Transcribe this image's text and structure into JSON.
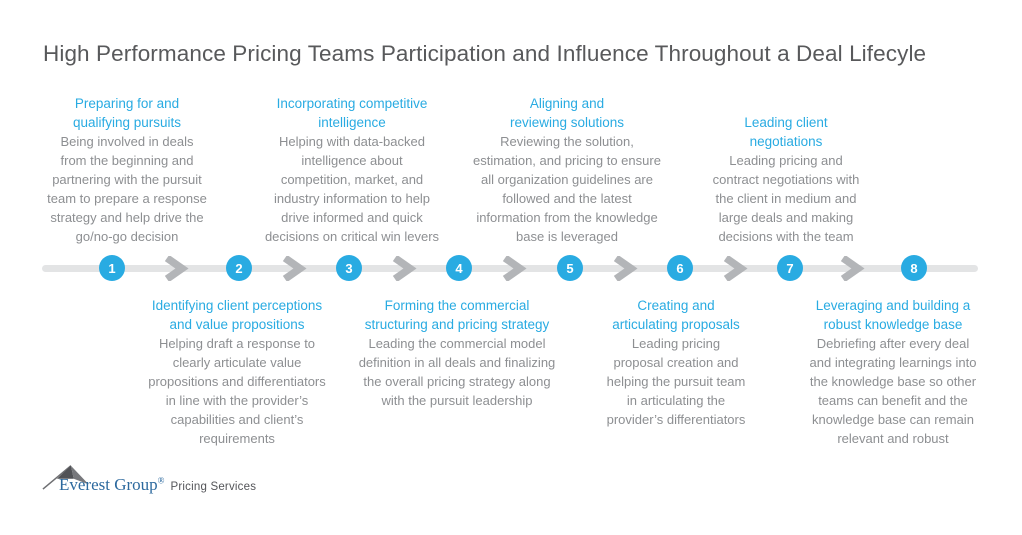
{
  "title": "High Performance Pricing Teams Participation and Influence Throughout a Deal Lifecyle",
  "colors": {
    "accent_blue": "#29ABE2",
    "body_gray": "#8D8F92",
    "title_gray": "#58595B",
    "bar_gray": "#E3E4E5",
    "chevron_gray": "#B3B5B8",
    "logo_blue": "#2C699E"
  },
  "timeline": {
    "numbers": [
      "1",
      "2",
      "3",
      "4",
      "5",
      "6",
      "7",
      "8"
    ]
  },
  "steps_top": [
    {
      "num": "1",
      "heading": [
        "Preparing for and",
        "qualifying pursuits"
      ],
      "body": [
        "Being involved in deals",
        "from the beginning and",
        "partnering with the pursuit",
        "team to prepare a response",
        "strategy and help drive the",
        "go/no-go decision"
      ]
    },
    {
      "num": "3",
      "heading": [
        "Incorporating competitive",
        "intelligence"
      ],
      "body": [
        "Helping with data-backed",
        "intelligence about",
        "competition, market, and",
        "industry information to help",
        "drive informed and quick",
        "decisions on critical win levers"
      ]
    },
    {
      "num": "5",
      "heading": [
        "Aligning and",
        "reviewing solutions"
      ],
      "body": [
        "Reviewing the solution,",
        "estimation, and pricing to ensure",
        "all organization guidelines are",
        "followed and the latest",
        "information from the knowledge",
        "base is leveraged"
      ]
    },
    {
      "num": "7",
      "heading": [
        "Leading client",
        "negotiations"
      ],
      "body": [
        "Leading pricing and",
        "contract negotiations with",
        "the client in medium and",
        "large deals and making",
        "decisions with the team"
      ]
    }
  ],
  "steps_bottom": [
    {
      "num": "2",
      "heading": [
        "Identifying client perceptions",
        "and value propositions"
      ],
      "body": [
        "Helping draft a response to",
        "clearly articulate value",
        "propositions and differentiators",
        "in line with the provider’s",
        "capabilities and client’s",
        "requirements"
      ]
    },
    {
      "num": "4",
      "heading": [
        "Forming the commercial",
        "structuring and pricing strategy"
      ],
      "body": [
        "Leading the commercial model",
        "definition in all deals and finalizing",
        "the overall pricing strategy along",
        "with the pursuit leadership"
      ]
    },
    {
      "num": "6",
      "heading": [
        "Creating and",
        "articulating proposals"
      ],
      "body": [
        "Leading pricing",
        "proposal creation and",
        "helping the pursuit team",
        "in articulating the",
        "provider’s differentiators"
      ]
    },
    {
      "num": "8",
      "heading": [
        "Leveraging and building a",
        "robust knowledge base"
      ],
      "body": [
        "Debriefing after every deal",
        "and integrating learnings into",
        "the knowledge base so other",
        "teams can benefit and the",
        "knowledge base can remain",
        "relevant and robust"
      ]
    }
  ],
  "footer": {
    "brand": "Everest Group",
    "registered": "®",
    "suffix": "Pricing Services"
  }
}
